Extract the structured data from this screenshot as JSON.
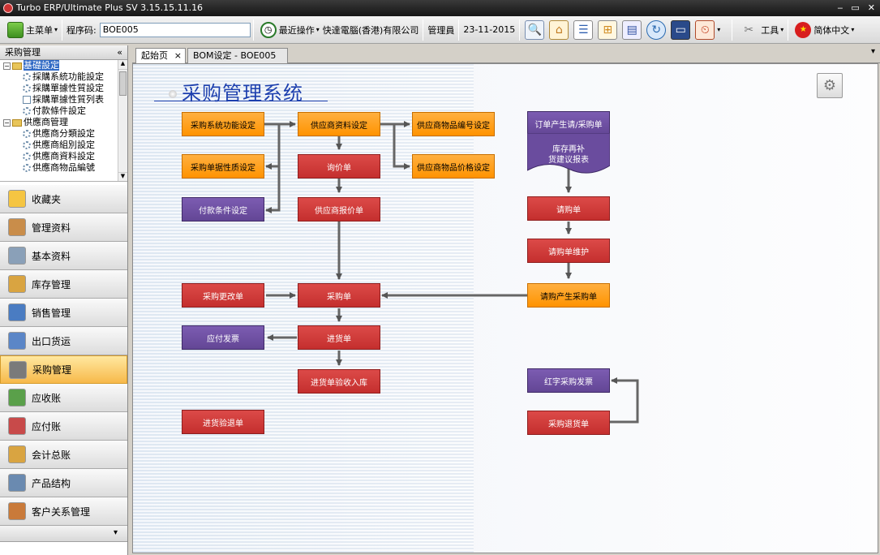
{
  "window": {
    "title": "Turbo ERP/Ultimate Plus SV 3.15.15.11.16"
  },
  "toolbar": {
    "main_menu": "主菜单",
    "program_code_label": "程序码:",
    "program_code_value": "BOE005",
    "recent_ops": "最近操作",
    "company": "快達電腦(香港)有限公司",
    "user": "管理員",
    "date": "23-11-2015",
    "tools": "工具",
    "language": "简体中文"
  },
  "left_panel": {
    "header": "采购管理",
    "collapse": "«",
    "tree": [
      {
        "label": "基礎設定",
        "level": 0,
        "type": "folder",
        "selected": true
      },
      {
        "label": "採購系統功能設定",
        "level": 1,
        "type": "gear"
      },
      {
        "label": "採購單據性質設定",
        "level": 1,
        "type": "gear"
      },
      {
        "label": "採購單據性質列表",
        "level": 1,
        "type": "list"
      },
      {
        "label": "付款條件設定",
        "level": 1,
        "type": "gear"
      },
      {
        "label": "供應商管理",
        "level": 0,
        "type": "folder"
      },
      {
        "label": "供應商分類設定",
        "level": 1,
        "type": "gear"
      },
      {
        "label": "供應商組別設定",
        "level": 1,
        "type": "gear"
      },
      {
        "label": "供應商資料設定",
        "level": 1,
        "type": "gear"
      },
      {
        "label": "供應商物品編號",
        "level": 1,
        "type": "gear"
      }
    ],
    "nav": [
      {
        "label": "收藏夹",
        "icon": "star-icon",
        "color": "#f5c542",
        "active": false
      },
      {
        "label": "管理资料",
        "icon": "user-admin-icon",
        "color": "#c98d4a",
        "active": false
      },
      {
        "label": "基本资料",
        "icon": "settings-gears-icon",
        "color": "#8aa0b8",
        "active": false
      },
      {
        "label": "库存管理",
        "icon": "boxes-icon",
        "color": "#d9a441",
        "active": false
      },
      {
        "label": "销售管理",
        "icon": "sales-icon",
        "color": "#4a7cc2",
        "active": false
      },
      {
        "label": "出口货运",
        "icon": "export-icon",
        "color": "#5b86c7",
        "active": false
      },
      {
        "label": "采购管理",
        "icon": "purchase-icon",
        "color": "#7a7a7a",
        "active": true
      },
      {
        "label": "应收账",
        "icon": "receivable-icon",
        "color": "#5aa04a",
        "active": false
      },
      {
        "label": "应付账",
        "icon": "payable-icon",
        "color": "#c84a4a",
        "active": false
      },
      {
        "label": "会计总账",
        "icon": "ledger-icon",
        "color": "#d9a441",
        "active": false
      },
      {
        "label": "产品结构",
        "icon": "structure-icon",
        "color": "#6a8ab0",
        "active": false
      },
      {
        "label": "客户关系管理",
        "icon": "crm-icon",
        "color": "#c97a3a",
        "active": false
      }
    ],
    "nav_more": "▾"
  },
  "tabs": [
    {
      "label": "起始页",
      "close": "×",
      "active": true
    },
    {
      "label": "BOM设定 - BOE005",
      "active": false
    }
  ],
  "tab_arrow": "▾",
  "page": {
    "title": "采购管理系统"
  },
  "flow": {
    "purchase_sys_settings": "采购系统功能设定",
    "supplier_data_settings": "供应商资料设定",
    "supplier_item_code_settings": "供应商物品编号设定",
    "supplier_item_price_settings": "供应商物品价格设定",
    "purchase_doc_type_settings": "采购单据性质设定",
    "inquiry": "询价单",
    "payment_terms_settings": "付款条件设定",
    "supplier_quotation": "供应商报价单",
    "order_request": "订单产生请/采购单",
    "stock_replenish_line1": "库存再补",
    "stock_replenish_line2": "货建议报表",
    "purchase_request": "请购单",
    "purchase_request_maintain": "请购单维护",
    "pr_to_po": "请购产生采购单",
    "purchase_change_order": "采购更改单",
    "purchase_order": "采购单",
    "payable_invoice": "应付发票",
    "goods_receipt": "进货单",
    "receipt_inspection_in": "进货单验收入库",
    "red_purchase_invoice": "红字采购发票",
    "inspection_return": "进货验退单",
    "purchase_return": "采购退货单"
  }
}
